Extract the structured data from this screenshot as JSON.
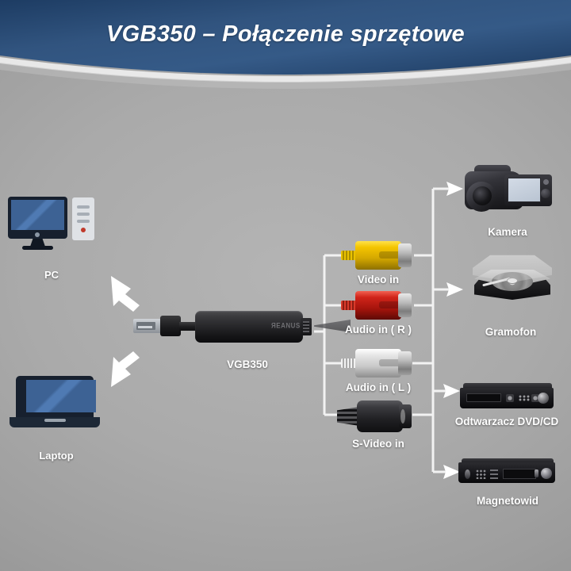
{
  "header": {
    "title": "VGB350 – Połączenie sprzętowe",
    "banner_color": "#2e5180",
    "title_color": "#ffffff"
  },
  "background": {
    "color": "#a8a8a8",
    "style": "gray radial gradient"
  },
  "diagram": {
    "line_color": "#f2f2f2",
    "device": {
      "label": "VGB350",
      "icon": "usb-capture-dongle-icon"
    },
    "computers": [
      {
        "label": "PC",
        "icon": "desktop-computer-icon"
      },
      {
        "label": "Laptop",
        "icon": "laptop-icon"
      }
    ],
    "inputs": [
      {
        "label": "Video in",
        "icon": "rca-connector-yellow-icon",
        "color": "#f4c400"
      },
      {
        "label": "Audio in ( R )",
        "icon": "rca-connector-red-icon",
        "color": "#d0241a"
      },
      {
        "label": "Audio in ( L )",
        "icon": "rca-connector-white-icon",
        "color": "#e6e6e6"
      },
      {
        "label": "S-Video in",
        "icon": "s-video-connector-icon",
        "color": "#212124"
      }
    ],
    "sources": [
      {
        "label": "Kamera",
        "icon": "camcorder-icon"
      },
      {
        "label": "Gramofon",
        "icon": "turntable-icon"
      },
      {
        "label": "Odtwarzacz DVD/CD",
        "icon": "dvd-player-icon"
      },
      {
        "label": "Magnetowid",
        "icon": "vcr-icon"
      }
    ],
    "arrows": {
      "to_computers": 2,
      "to_sources": 4
    }
  }
}
